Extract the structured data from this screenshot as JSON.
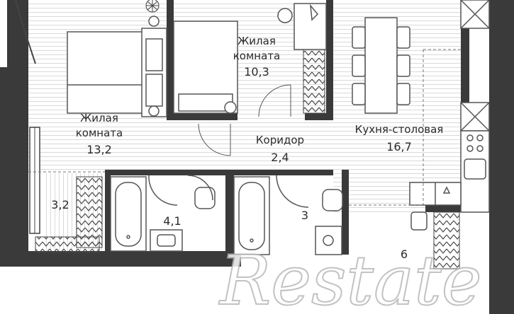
{
  "rooms": {
    "living_left": {
      "label_line1": "Жилая",
      "label_line2": "комната",
      "area": "13,2"
    },
    "living_right": {
      "label_line1": "Жилая",
      "label_line2": "комната",
      "area": "10,3"
    },
    "corridor": {
      "label": "Коридор",
      "area": "2,4"
    },
    "kitchen": {
      "label": "Кухня-столовая",
      "area": "16,7"
    },
    "balcony": {
      "area": "3,2"
    },
    "bathroom": {
      "area": "4,1"
    },
    "wc": {
      "area": "3"
    },
    "hall": {
      "area": "6"
    }
  },
  "watermark": {
    "text": "Restate"
  },
  "colors": {
    "wall": "#3a3a3a",
    "floor_lines": "#dcdcdc",
    "furniture": "#555555"
  }
}
